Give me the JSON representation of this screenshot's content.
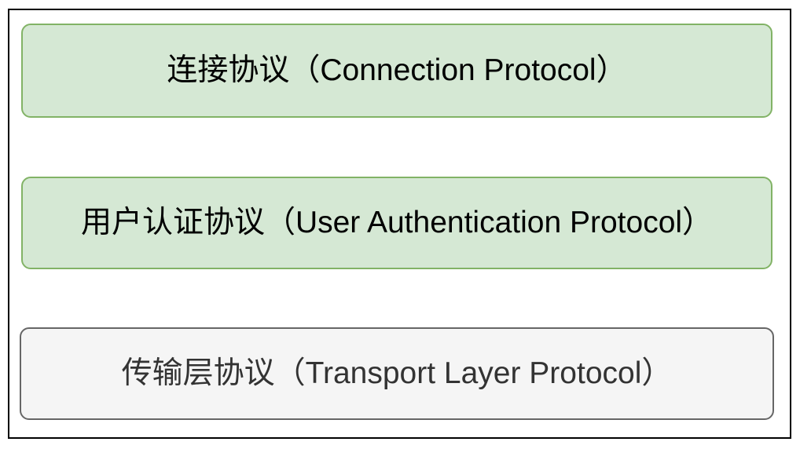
{
  "layers": [
    {
      "id": "connection-protocol",
      "label": "连接协议（Connection Protocol）",
      "style": "green"
    },
    {
      "id": "user-authentication-protocol",
      "label": "用户认证协议（User Authentication Protocol）",
      "style": "green"
    },
    {
      "id": "transport-layer-protocol",
      "label": "传输层协议（Transport Layer Protocol）",
      "style": "gray"
    }
  ],
  "colors": {
    "green_fill": "#d5e8d4",
    "green_stroke": "#82b366",
    "gray_fill": "#f5f5f5",
    "gray_stroke": "#666666",
    "green_box_text": "#000000",
    "gray_box_text": "#333333",
    "frame_stroke": "#000000",
    "background": "#ffffff"
  }
}
